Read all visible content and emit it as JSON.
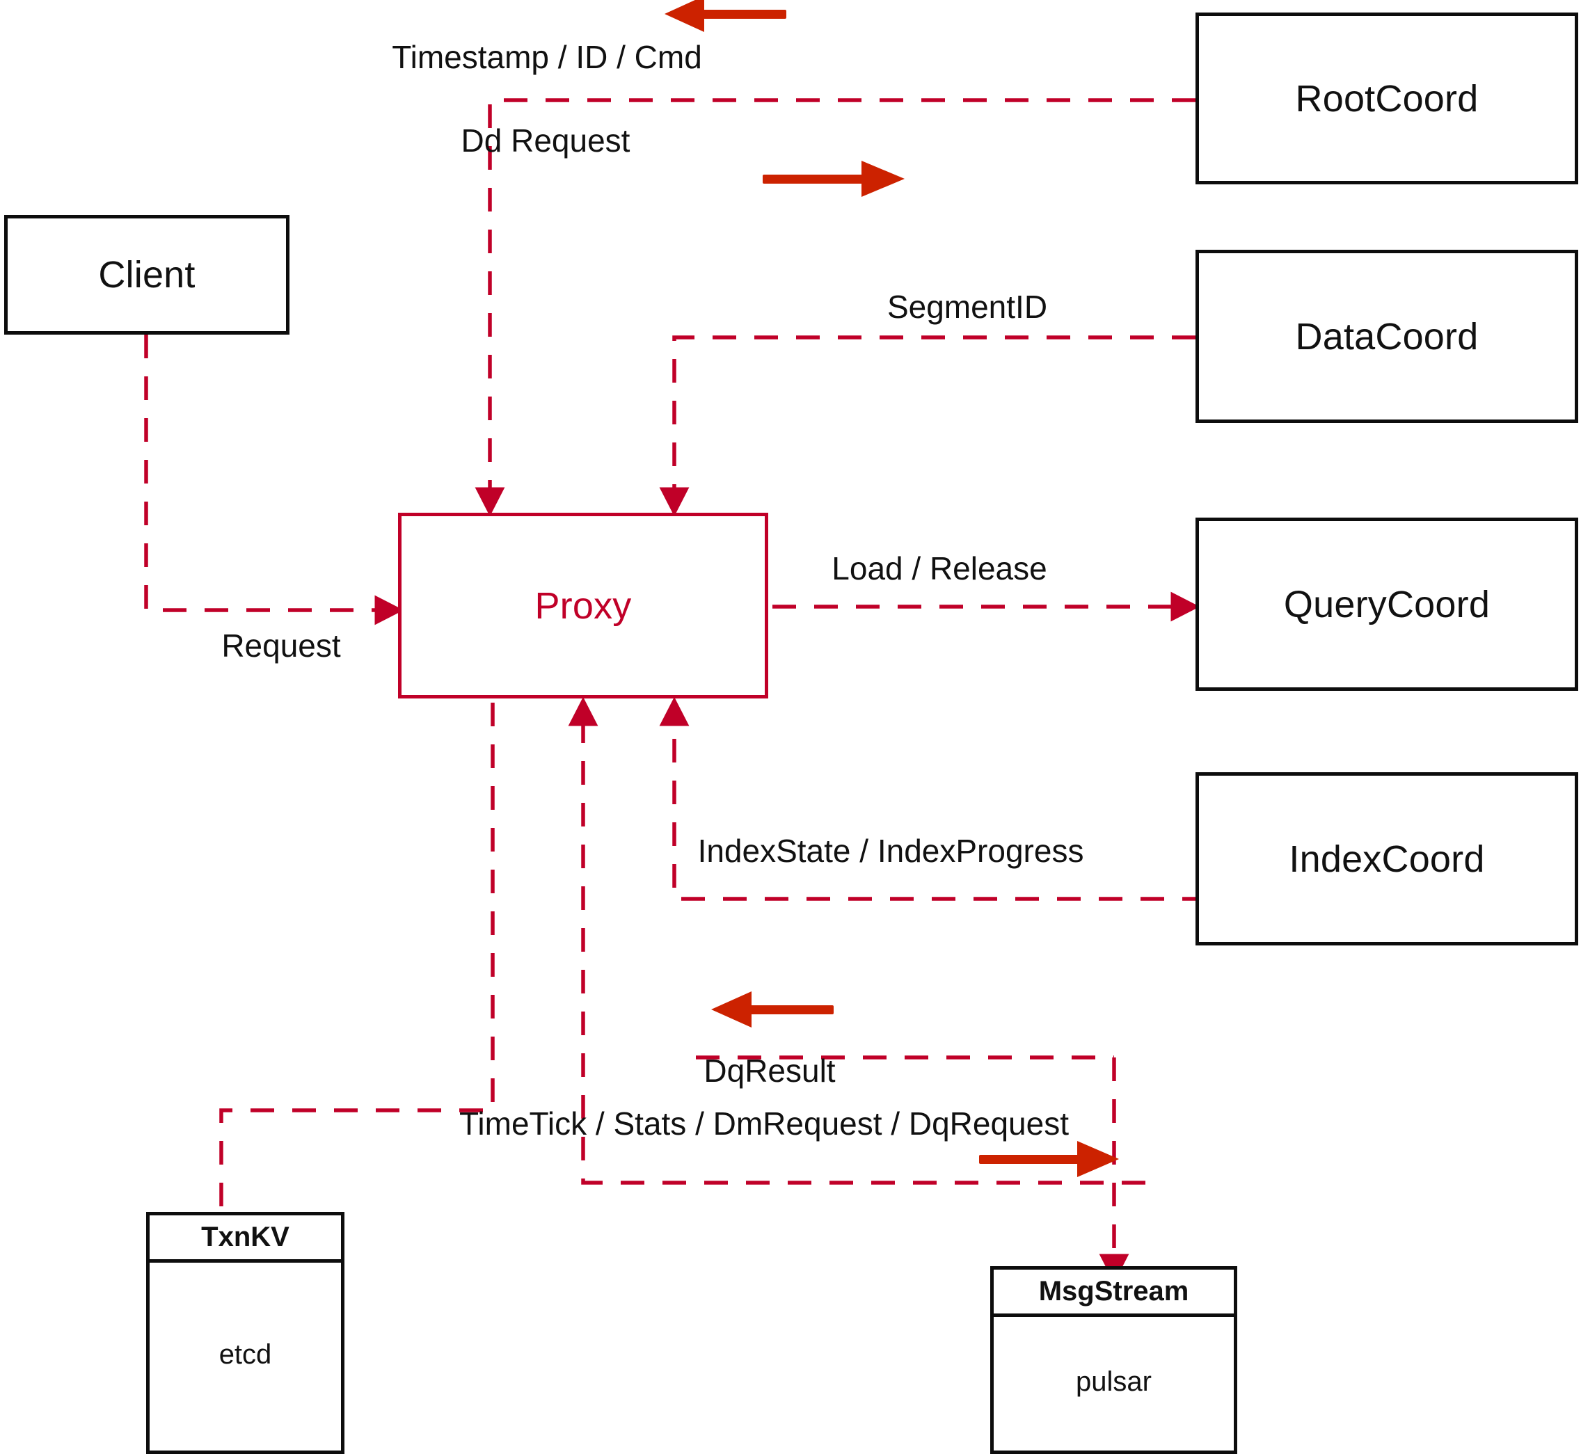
{
  "diagram": {
    "title": "Milvus Proxy interaction diagram",
    "colors": {
      "dashed_line": "#c00028",
      "solid_arrow": "#cc2200",
      "node_border": "#0d0d0d",
      "proxy_border": "#c00028",
      "proxy_text": "#c00028",
      "text": "#111111",
      "background": "#ffffff"
    }
  },
  "nodes": {
    "client": {
      "label": "Client"
    },
    "proxy": {
      "label": "Proxy"
    },
    "root_coord": {
      "label": "RootCoord"
    },
    "data_coord": {
      "label": "DataCoord"
    },
    "query_coord": {
      "label": "QueryCoord"
    },
    "index_coord": {
      "label": "IndexCoord"
    },
    "txnkv": {
      "header": "TxnKV",
      "body": "etcd"
    },
    "msgstream": {
      "header": "MsgStream",
      "body": "pulsar"
    }
  },
  "edge_labels": {
    "timestamp_id_cmd": "Timestamp / ID / Cmd",
    "dd_request": "Dd Request",
    "segment_id": "SegmentID",
    "request": "Request",
    "load_release": "Load / Release",
    "index_state_progress": "IndexState / IndexProgress",
    "dq_result": "DqResult",
    "timetick_stats_dmrequest_dqrequest": "TimeTick / Stats / DmRequest / DqRequest"
  },
  "edges": [
    {
      "name": "client-to-proxy",
      "from": "client",
      "to": "proxy",
      "label": "Request",
      "style": "dashed",
      "arrow": "to"
    },
    {
      "name": "rootcoord-to-proxy",
      "from": "root_coord",
      "to": "proxy",
      "label": "Timestamp / ID / Cmd",
      "style": "dashed",
      "arrow": "to"
    },
    {
      "name": "proxy-to-rootcoord",
      "from": "proxy",
      "to": "root_coord",
      "label": "Dd Request",
      "style": "dashed",
      "arrow": "to"
    },
    {
      "name": "datacoord-to-proxy",
      "from": "data_coord",
      "to": "proxy",
      "label": "SegmentID",
      "style": "dashed",
      "arrow": "to"
    },
    {
      "name": "proxy-to-querycoord",
      "from": "proxy",
      "to": "query_coord",
      "label": "Load / Release",
      "style": "dashed",
      "arrow": "to"
    },
    {
      "name": "indexcoord-to-proxy",
      "from": "index_coord",
      "to": "proxy",
      "label": "IndexState / IndexProgress",
      "style": "dashed",
      "arrow": "to"
    },
    {
      "name": "proxy-to-txnkv",
      "from": "proxy",
      "to": "txnkv",
      "label": "",
      "style": "dashed",
      "arrow": "none"
    },
    {
      "name": "msgstream-to-proxy",
      "from": "msgstream",
      "to": "proxy",
      "label": "DqResult",
      "style": "dashed",
      "arrow": "to"
    },
    {
      "name": "proxy-to-msgstream",
      "from": "proxy",
      "to": "msgstream",
      "label": "TimeTick / Stats / DmRequest / DqRequest",
      "style": "dashed",
      "arrow": "to"
    }
  ]
}
